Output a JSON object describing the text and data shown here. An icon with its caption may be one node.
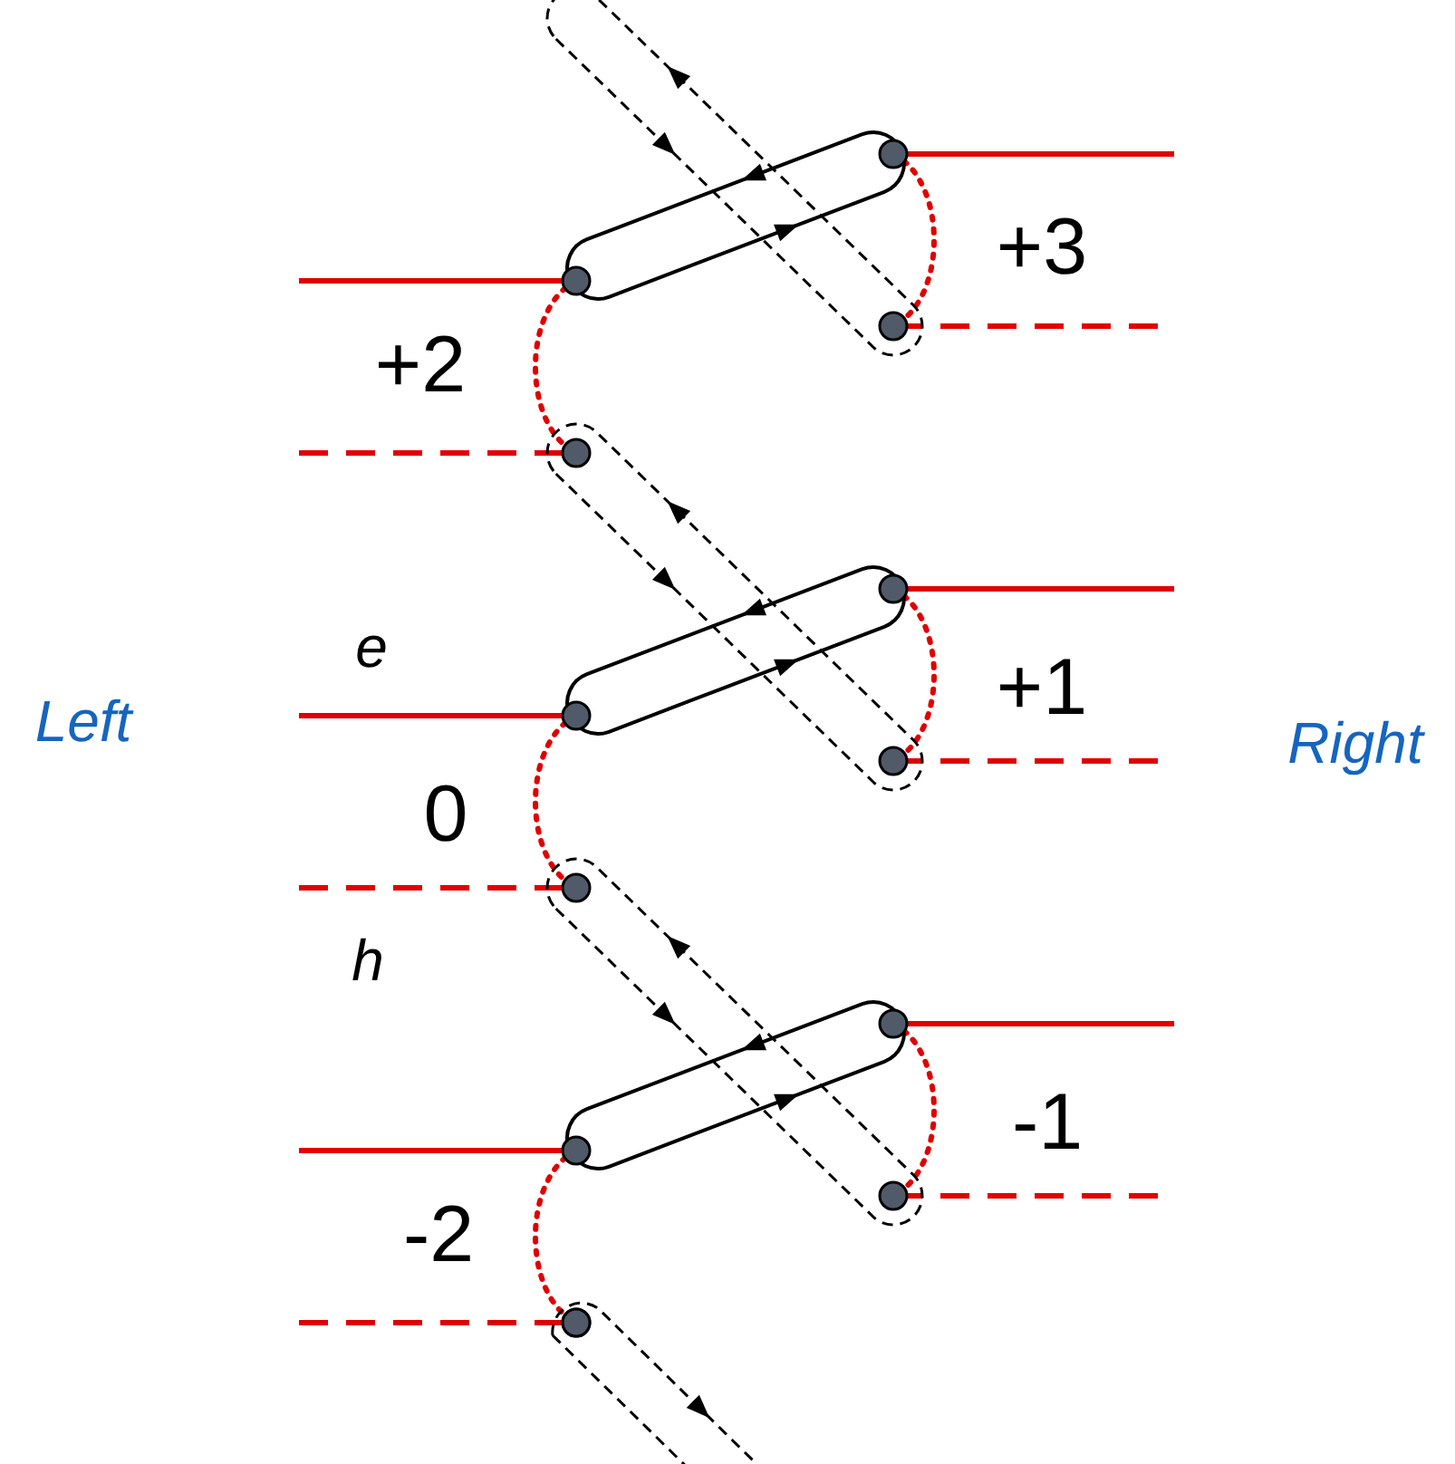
{
  "diagram": {
    "labels": [
      "+3",
      "+2",
      "e",
      "+1",
      "Left",
      "Right",
      "0",
      "h",
      "-1",
      "-2"
    ]
  }
}
